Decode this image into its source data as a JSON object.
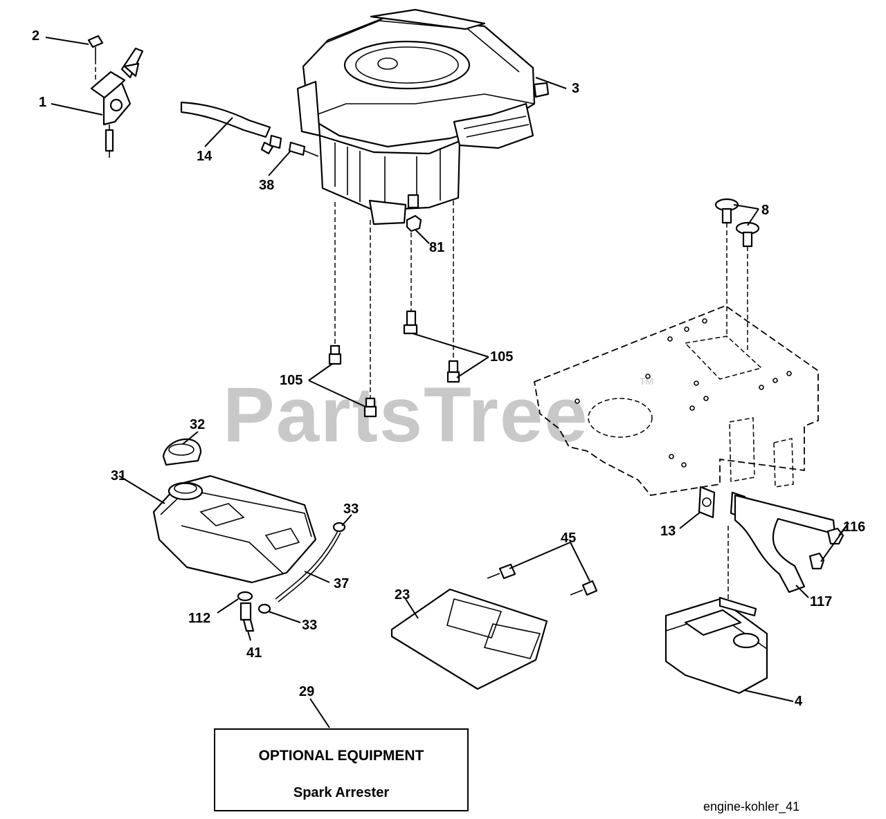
{
  "watermark": {
    "text": "PartsTree",
    "trademark": "TM"
  },
  "callouts": {
    "c1": "1",
    "c2": "2",
    "c3": "3",
    "c4": "4",
    "c8": "8",
    "c13": "13",
    "c14": "14",
    "c23": "23",
    "c29": "29",
    "c31": "31",
    "c32": "32",
    "c33a": "33",
    "c33b": "33",
    "c37": "37",
    "c38": "38",
    "c41": "41",
    "c45": "45",
    "c81": "81",
    "c105a": "105",
    "c105b": "105",
    "c112": "112",
    "c116": "116",
    "c117": "117"
  },
  "optional_box": {
    "title": "OPTIONAL EQUIPMENT",
    "subtitle": "Spark Arrester"
  },
  "diagram_code": "engine-kohler_41"
}
